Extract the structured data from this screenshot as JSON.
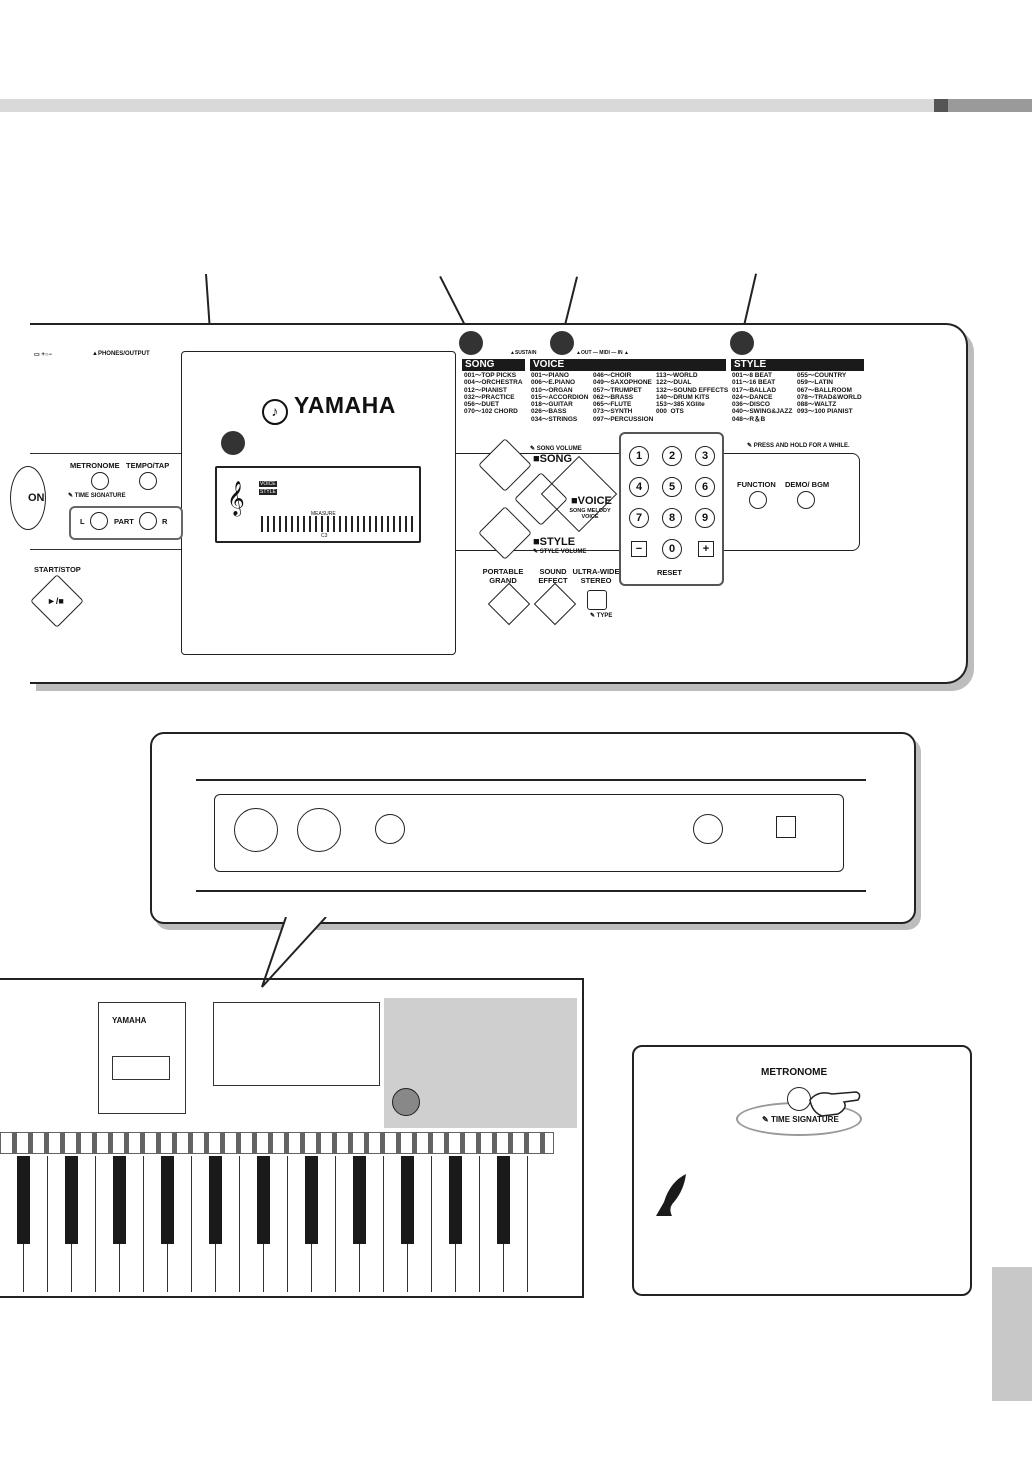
{
  "brand": "YAMAHA",
  "panel": {
    "phones_output": "▲PHONES/OUTPUT",
    "sustain": "▲SUSTAIN",
    "midi": "▲OUT — MIDI — IN ▲",
    "metronome": "METRONOME",
    "tempo_tap": "TEMPO/TAP",
    "time_signature": "TIME SIGNATURE",
    "part": "PART",
    "l": "L",
    "r": "R",
    "start_stop": "START/STOP",
    "start_stop_symbol": "►/■",
    "on": "ON",
    "lcd_voice": "VOICE",
    "lcd_style": "STYLE",
    "lcd_measure": "MEASURE",
    "lcd_c3": "C3"
  },
  "song": {
    "header": "SONG",
    "items": "001～TOP PICKS\n004～ORCHESTRA\n012～PIANIST\n032～PRACTICE\n056～DUET\n070～102 CHORD"
  },
  "voice": {
    "header": "VOICE",
    "col1": "001～PIANO\n006～E.PIANO\n010～ORGAN\n015～ACCORDION\n018～GUITAR\n026～BASS\n034～STRINGS",
    "col2": "046～CHOIR\n049～SAXOPHONE\n057～TRUMPET\n062～BRASS\n065～FLUTE\n073～SYNTH\n097～PERCUSSION",
    "col3": "113～WORLD\n122～DUAL\n132～SOUND EFFECTS\n140～DRUM KITS\n153～385 XGlite\n000  OTS"
  },
  "style": {
    "header": "STYLE",
    "col1": "001～8 BEAT\n011～16 BEAT\n017～BALLAD\n024～DANCE\n036～DISCO\n040～SWING&JAZZ\n048～R＆B",
    "col2": "055～COUNTRY\n059～LATIN\n067～BALLROOM\n078～TRAD&WORLD\n088～WALTZ\n093～100 PIANIST"
  },
  "buttons": {
    "song_volume": "SONG VOLUME",
    "song": "■SONG",
    "voice": "■VOICE",
    "song_melody_voice": "SONG MELODY VOICE",
    "style": "■STYLE",
    "style_volume": "STYLE VOLUME",
    "portable_grand": "PORTABLE GRAND",
    "sound_effect": "SOUND EFFECT",
    "ultra_wide_stereo": "ULTRA-WIDE STEREO",
    "type": "TYPE",
    "function": "FUNCTION",
    "demo_bgm": "DEMO/ BGM",
    "press_hold": "PRESS AND HOLD FOR A WHILE.",
    "reset": "RESET",
    "numbers": [
      "1",
      "2",
      "3",
      "4",
      "5",
      "6",
      "7",
      "8",
      "9",
      "−",
      "0",
      "+"
    ]
  },
  "tip": {
    "metronome": "METRONOME",
    "time_signature": "TIME SIGNATURE"
  },
  "colors": {
    "topbar": "#d9d9d9",
    "accent_dark": "#555555",
    "accent_mid": "#9a9a9a",
    "side_tab": "#c8c8c8"
  }
}
